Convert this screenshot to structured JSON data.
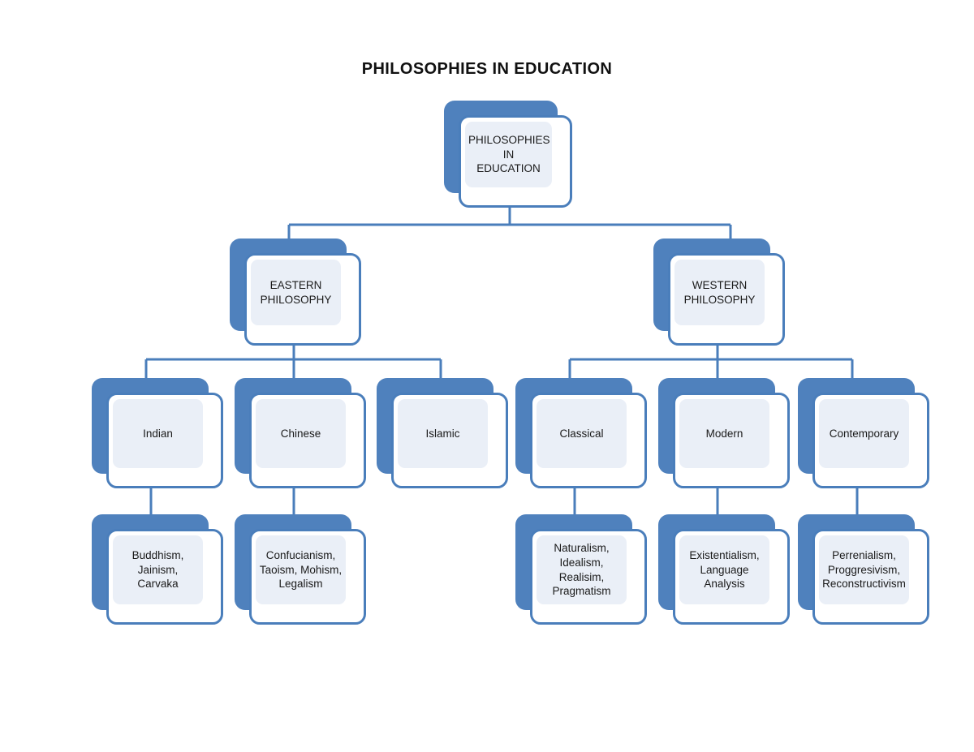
{
  "title": "PHILOSOPHIES IN EDUCATION",
  "theme": {
    "plate_blue": "#4F81BD",
    "border_blue": "#4A7EBB",
    "panel_fill": "#EAEFF7",
    "card_fill": "#FFFFFF",
    "connector_blue": "#4A7EBB",
    "background": "#FFFFFF",
    "text": "#1A1A1A"
  },
  "chart_data": {
    "type": "diagram",
    "subtype": "organizational-tree",
    "title": "PHILOSOPHIES IN EDUCATION",
    "levels": 4,
    "nodes": [
      {
        "id": "root",
        "label": "PHILOSOPHIES IN EDUCATION",
        "level": 0,
        "parent": null
      },
      {
        "id": "eastern",
        "label": "EASTERN PHILOSOPHY",
        "level": 1,
        "parent": "root"
      },
      {
        "id": "western",
        "label": "WESTERN PHILOSOPHY",
        "level": 1,
        "parent": "root"
      },
      {
        "id": "indian",
        "label": "Indian",
        "level": 2,
        "parent": "eastern"
      },
      {
        "id": "chinese",
        "label": "Chinese",
        "level": 2,
        "parent": "eastern"
      },
      {
        "id": "islamic",
        "label": "Islamic",
        "level": 2,
        "parent": "eastern"
      },
      {
        "id": "classical",
        "label": "Classical",
        "level": 2,
        "parent": "western"
      },
      {
        "id": "modern",
        "label": "Modern",
        "level": 2,
        "parent": "western"
      },
      {
        "id": "contemporary",
        "label": "Contemporary",
        "level": 2,
        "parent": "western"
      },
      {
        "id": "indian-leaf",
        "label": "Buddhism, Jainism, Carvaka",
        "level": 3,
        "parent": "indian"
      },
      {
        "id": "chinese-leaf",
        "label": "Confucianism, Taoism, Mohism, Legalism",
        "level": 3,
        "parent": "chinese"
      },
      {
        "id": "classical-leaf",
        "label": "Naturalism, Idealism, Realisim, Pragmatism",
        "level": 3,
        "parent": "classical"
      },
      {
        "id": "modern-leaf",
        "label": "Existentialism, Language Analysis",
        "level": 3,
        "parent": "modern"
      },
      {
        "id": "contemporary-leaf",
        "label": "Perrenialism, Proggresivism, Reconstructivism",
        "level": 3,
        "parent": "contemporary"
      }
    ]
  },
  "nodes": {
    "root": {
      "line1": "PHILOSOPHIES IN",
      "line2": "EDUCATION"
    },
    "eastern": {
      "line1": "EASTERN",
      "line2": "PHILOSOPHY"
    },
    "western": {
      "line1": "WESTERN",
      "line2": "PHILOSOPHY"
    },
    "indian": {
      "line1": "Indian"
    },
    "chinese": {
      "line1": "Chinese"
    },
    "islamic": {
      "line1": "Islamic"
    },
    "classical": {
      "line1": "Classical"
    },
    "modern": {
      "line1": "Modern"
    },
    "contemporary": {
      "line1": "Contemporary"
    },
    "indian_leaf": {
      "line1": "Buddhism,",
      "line2": "Jainism, Carvaka"
    },
    "chinese_leaf": {
      "line1": "Confucianism,",
      "line2": "Taoism, Mohism,",
      "line3": "Legalism"
    },
    "classical_leaf": {
      "line1": "Naturalism,",
      "line2": "Idealism, Realisim,",
      "line3": "Pragmatism"
    },
    "modern_leaf": {
      "line1": "Existentialism,",
      "line2": "Language Analysis"
    },
    "contemporary_leaf": {
      "line1": "Perrenialism,",
      "line2": "Proggresivism,",
      "line3": "Reconstructivism"
    }
  }
}
